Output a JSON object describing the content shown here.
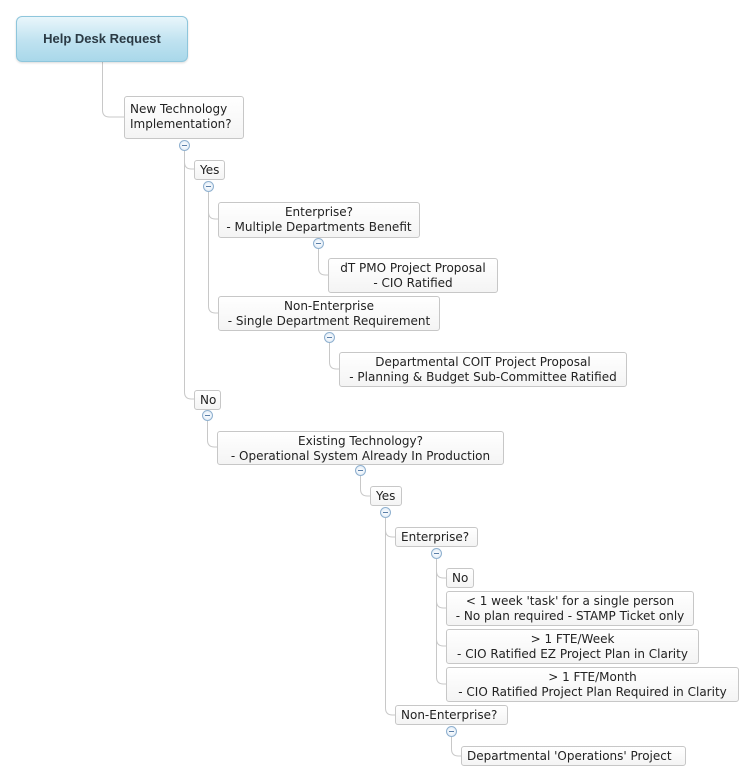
{
  "root": {
    "label": "Help Desk Request"
  },
  "nodes": {
    "new_tech": [
      "New Technology",
      "Implementation?"
    ],
    "yes1": [
      "Yes"
    ],
    "enterprise1": [
      "Enterprise?",
      "- Multiple Departments Benefit"
    ],
    "dt_pmo": [
      "dT PMO Project Proposal",
      "- CIO Ratified"
    ],
    "non_enterprise1": [
      "Non-Enterprise",
      "- Single Department Requirement"
    ],
    "coit": [
      "Departmental COIT Project Proposal",
      "- Planning & Budget Sub-Committee Ratified"
    ],
    "no1": [
      "No"
    ],
    "existing": [
      "Existing Technology?",
      "- Operational System Already In Production"
    ],
    "yes2": [
      "Yes"
    ],
    "enterprise2": [
      "Enterprise?"
    ],
    "no2": [
      "No"
    ],
    "week": [
      "< 1 week 'task' for a single person",
      "- No plan required - STAMP Ticket only"
    ],
    "fte_week": [
      "> 1 FTE/Week",
      "- CIO Ratified EZ Project Plan in Clarity"
    ],
    "fte_month": [
      "> 1 FTE/Month",
      "- CIO Ratified Project Plan Required in Clarity"
    ],
    "non_enterprise2": [
      "Non-Enterprise?"
    ],
    "ops_project": [
      "Departmental 'Operations' Project"
    ]
  },
  "colors": {
    "line": "#c8c8c8",
    "root_fill": "#bfe2f0",
    "toggle": "#8fb0cf"
  }
}
